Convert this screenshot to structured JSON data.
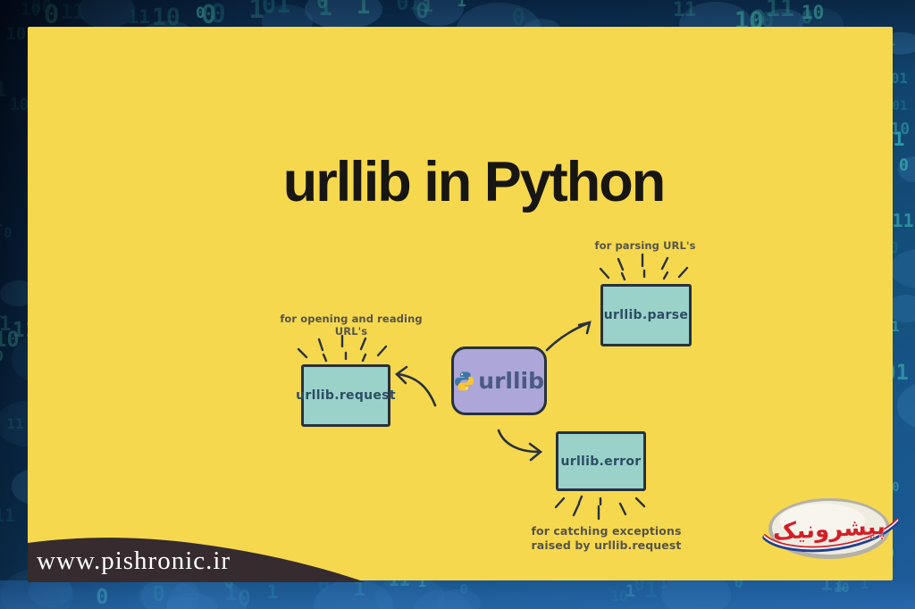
{
  "card": {
    "title": "urllib in Python",
    "background_color": "#f6d84e"
  },
  "diagram": {
    "center": {
      "label": "urllib",
      "icon": "python-logo-icon",
      "color": "#aca6d9"
    },
    "request": {
      "label": "urllib.request",
      "note": [
        "for opening and reading",
        "URL's"
      ]
    },
    "parse": {
      "label": "urllib.parse",
      "note": [
        "for parsing URL's"
      ]
    },
    "error": {
      "label": "urllib.error",
      "note": [
        "for catching exceptions",
        "raised by urllib.request"
      ]
    },
    "box_color": "#9ad2ca",
    "ink_color": "#27313c"
  },
  "footer": {
    "website": "www.pishronic.ir"
  },
  "watermark": {
    "brand": "پیشرونیک",
    "text_color": "#d02027"
  },
  "background": {
    "digit_chars": [
      "0",
      "1"
    ],
    "base_color": "#0e3a63",
    "digit_color": "#2fa3ab"
  }
}
